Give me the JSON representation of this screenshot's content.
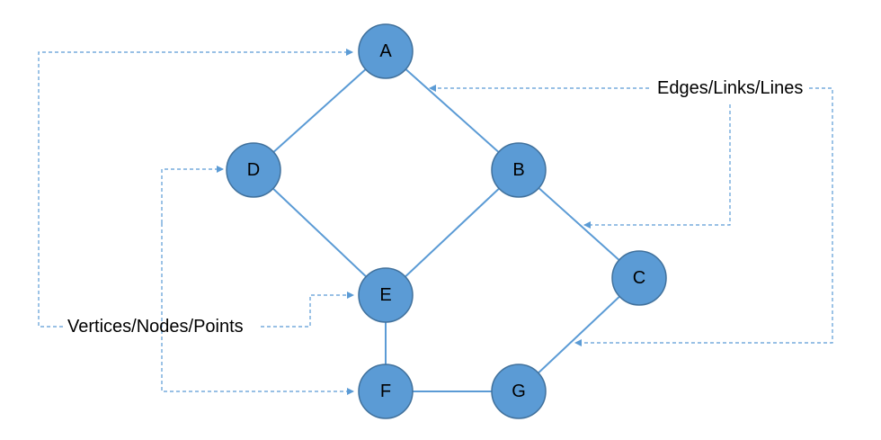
{
  "colors": {
    "node_fill": "#5b9bd5",
    "node_stroke": "#41719c",
    "edge": "#5b9bd5",
    "callout": "#5b9bd5",
    "label_text": "#000000"
  },
  "nodes": [
    {
      "id": "A",
      "label": "A"
    },
    {
      "id": "B",
      "label": "B"
    },
    {
      "id": "C",
      "label": "C"
    },
    {
      "id": "D",
      "label": "D"
    },
    {
      "id": "E",
      "label": "E"
    },
    {
      "id": "F",
      "label": "F"
    },
    {
      "id": "G",
      "label": "G"
    }
  ],
  "edges": [
    [
      "A",
      "D"
    ],
    [
      "A",
      "B"
    ],
    [
      "D",
      "E"
    ],
    [
      "B",
      "E"
    ],
    [
      "B",
      "C"
    ],
    [
      "C",
      "G"
    ],
    [
      "E",
      "F"
    ],
    [
      "F",
      "G"
    ]
  ],
  "callouts": {
    "edges_label": "Edges/Links/Lines",
    "vertices_label": "Vertices/Nodes/Points"
  }
}
